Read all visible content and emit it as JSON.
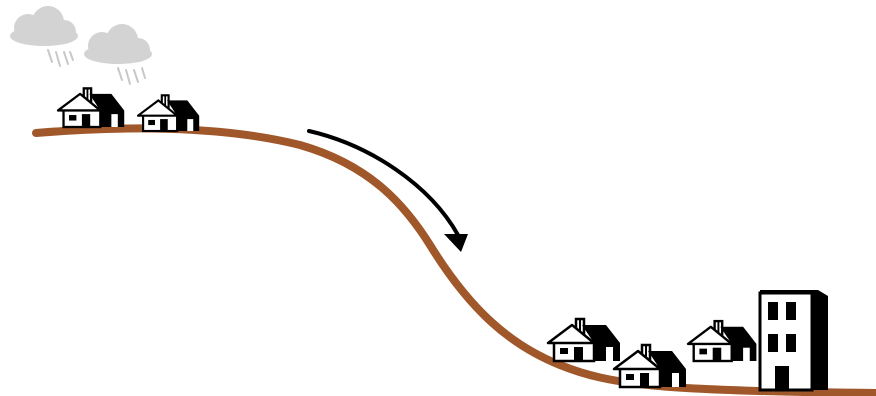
{
  "colors": {
    "ground": "#a0572a",
    "cloud": "#d3d3d3",
    "rain": "#c8c8c8",
    "ink": "#000000",
    "paper": "#ffffff"
  },
  "elements": {
    "hilltop_houses": 2,
    "valley_houses": 3,
    "valley_buildings": 1,
    "clouds": 2
  }
}
